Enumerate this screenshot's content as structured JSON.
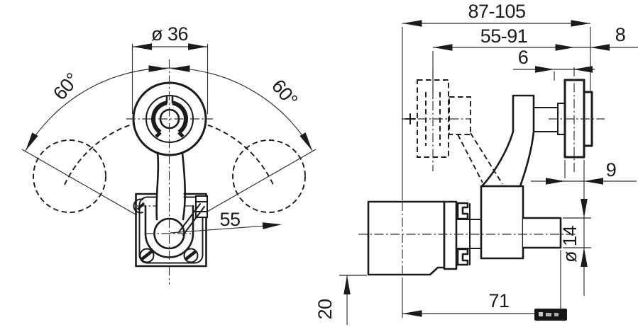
{
  "front_view": {
    "dim_roller_diameter": "ø 36",
    "dim_swing_left": "60°",
    "dim_swing_right": "60°",
    "dim_lever_radius": "55"
  },
  "side_view": {
    "dim_overall_range": "87-105",
    "dim_roller_center_range": "55-91",
    "dim_cap_width": "8",
    "dim_hub_offset": "6",
    "dim_roller_width": "9",
    "dim_shaft_diameter": "ø 14",
    "dim_length": "71",
    "dim_bottom_height": "20"
  },
  "colors": {
    "line": "#1b1b1b",
    "background": "#ffffff"
  }
}
